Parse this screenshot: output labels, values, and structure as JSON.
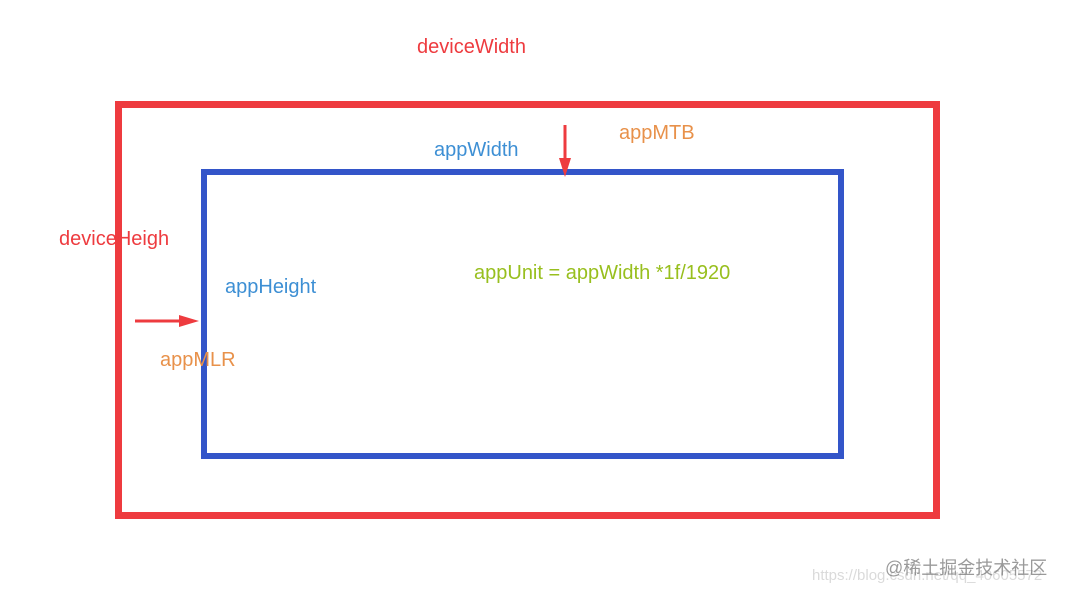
{
  "labels": {
    "device_width": "deviceWidth",
    "device_height": "deviceHeigh",
    "app_width": "appWidth",
    "app_height": "appHeight",
    "app_mtb": "appMTB",
    "app_mlr": "appMLR",
    "app_unit": "appUnit = appWidth *1f/1920"
  },
  "watermark": {
    "site": "https://blog.csdn.net/qq_40605572",
    "brand": "@稀土掘金技术社区"
  },
  "colors": {
    "device": "#ee3b3f",
    "app": "#3355c9",
    "app_label": "#3d8fd4",
    "margin_label": "#e8914a",
    "formula": "#98bf1e",
    "arrow": "#ee3b3f"
  }
}
